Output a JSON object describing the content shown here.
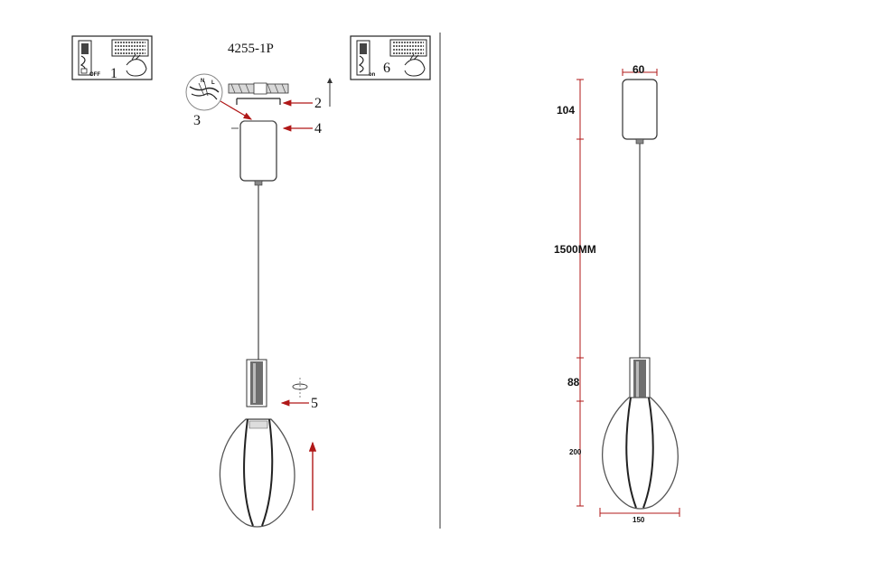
{
  "model": "4255-1P",
  "steps": {
    "s1": "1",
    "s2": "2",
    "s3": "3",
    "s4": "4",
    "s5": "5",
    "s6": "6"
  },
  "switch_labels": {
    "off": "OFF",
    "on": "on"
  },
  "wire_labels": {
    "n": "N",
    "l": "L"
  },
  "dimensions": {
    "canopy_width": "60",
    "canopy_height": "104",
    "cable_length": "1500MM",
    "holder_height": "88",
    "shade_height": "200",
    "shade_width": "150"
  },
  "colors": {
    "line": "#222222",
    "arrow": "#b01818",
    "divider": "#555555"
  }
}
